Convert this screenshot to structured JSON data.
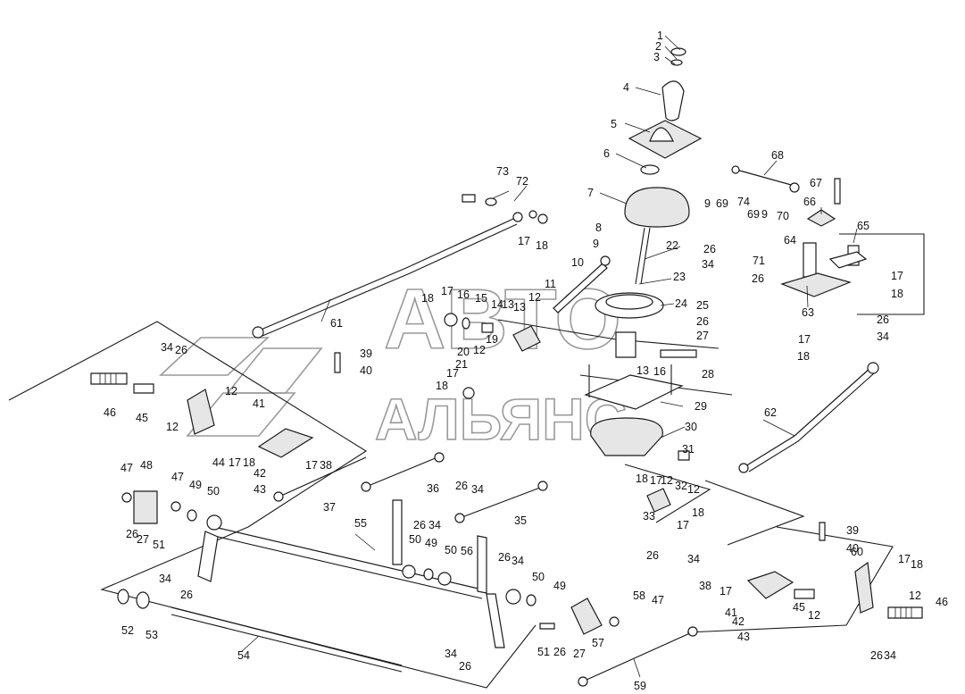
{
  "watermark": {
    "line1": "АВТО",
    "line2": "АЛЬЯНС"
  },
  "callouts": {
    "c1": "1",
    "c2": "2",
    "c3": "3",
    "c4": "4",
    "c5": "5",
    "c6": "6",
    "c7": "7",
    "c8": "8",
    "c9": "9",
    "c10": "10",
    "c11": "11",
    "c12": "12",
    "c13": "13",
    "c14": "14",
    "c15": "15",
    "c16": "16",
    "c17": "17",
    "c18": "18",
    "c19": "19",
    "c20": "20",
    "c21": "21",
    "c22": "22",
    "c23": "23",
    "c24": "24",
    "c25": "25",
    "c26": "26",
    "c27": "27",
    "c28": "28",
    "c29": "29",
    "c30": "30",
    "c31": "31",
    "c32": "32",
    "c33": "33",
    "c34": "34",
    "c35": "35",
    "c36": "36",
    "c37": "37",
    "c38": "38",
    "c39": "39",
    "c40": "40",
    "c41": "41",
    "c42": "42",
    "c43": "43",
    "c44": "44",
    "c45": "45",
    "c46": "46",
    "c47": "47",
    "c48": "48",
    "c49": "49",
    "c50": "50",
    "c51": "51",
    "c52": "52",
    "c53": "53",
    "c54": "54",
    "c55": "55",
    "c56": "56",
    "c57": "57",
    "c58": "58",
    "c59": "59",
    "c60": "60",
    "c61": "61",
    "c62": "62",
    "c63": "63",
    "c64": "64",
    "c65": "65",
    "c66": "66",
    "c67": "67",
    "c68": "68",
    "c69": "69",
    "c70": "70",
    "c71": "71",
    "c72": "72",
    "c73": "73",
    "c74": "74"
  },
  "colors": {
    "line": "#1a1a1a",
    "watermark": "#9a9a9a",
    "background": "#ffffff"
  }
}
